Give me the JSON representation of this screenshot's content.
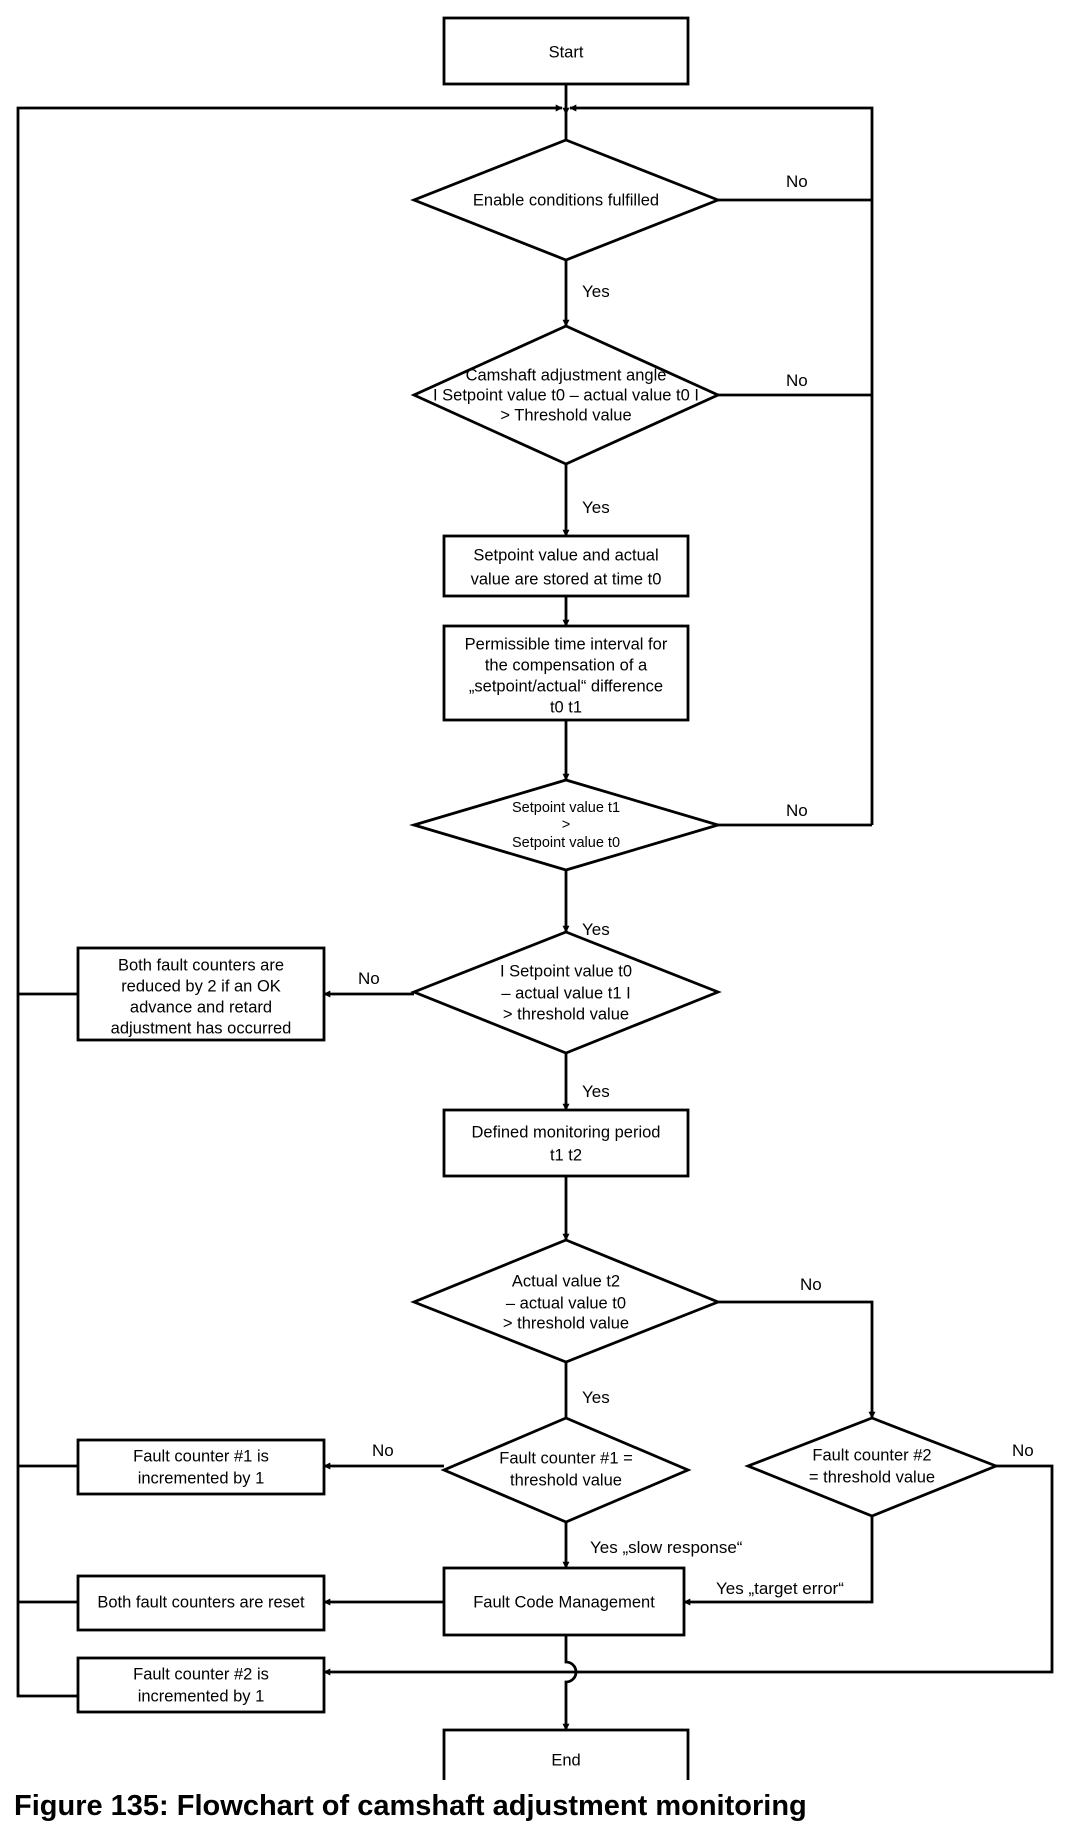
{
  "nodes": {
    "start": "Start",
    "enable": "Enable conditions fulfilled",
    "camshaft_1": "Camshaft adjustment angle",
    "camshaft_2": "I Setpoint value t0 – actual value t0 I",
    "camshaft_3": "> Threshold value",
    "stored_1": "Setpoint value and actual",
    "stored_2": "value are stored at time t0",
    "interval_1": "Permissible time interval for",
    "interval_2": "the compensation of a",
    "interval_3": "„setpoint/actual“ difference",
    "interval_4": "t0     t1",
    "sp_1": "Setpoint value t1",
    "sp_2": ">",
    "sp_3": "Setpoint value t0",
    "diff_1": "I Setpoint value t0",
    "diff_2": "– actual value t1 I",
    "diff_3": "> threshold value",
    "reduce_1": "Both fault counters are",
    "reduce_2": "reduced by 2 if an OK",
    "reduce_3": "advance and retard",
    "reduce_4": "adjustment has occurred",
    "period_1": "Defined monitoring period",
    "period_2": "t1     t2",
    "actual_1": "Actual value t2",
    "actual_2": "– actual value t0",
    "actual_3": ">  threshold value",
    "fc1_1": "Fault counter #1 =",
    "fc1_2": "threshold value",
    "fc2_1": "Fault counter #2",
    "fc2_2": "= threshold value",
    "inc1_1": "Fault counter #1 is",
    "inc1_2": "incremented by 1",
    "fcm": "Fault Code Management",
    "reset": "Both fault counters are reset",
    "inc2_1": "Fault counter #2 is",
    "inc2_2": "incremented by 1",
    "end": "End"
  },
  "labels": {
    "no": "No",
    "yes": "Yes",
    "yes_slow": "Yes   „slow response“",
    "yes_target": "Yes  „target error“"
  },
  "caption": "Figure 135: Flowchart of camshaft adjustment monitoring"
}
